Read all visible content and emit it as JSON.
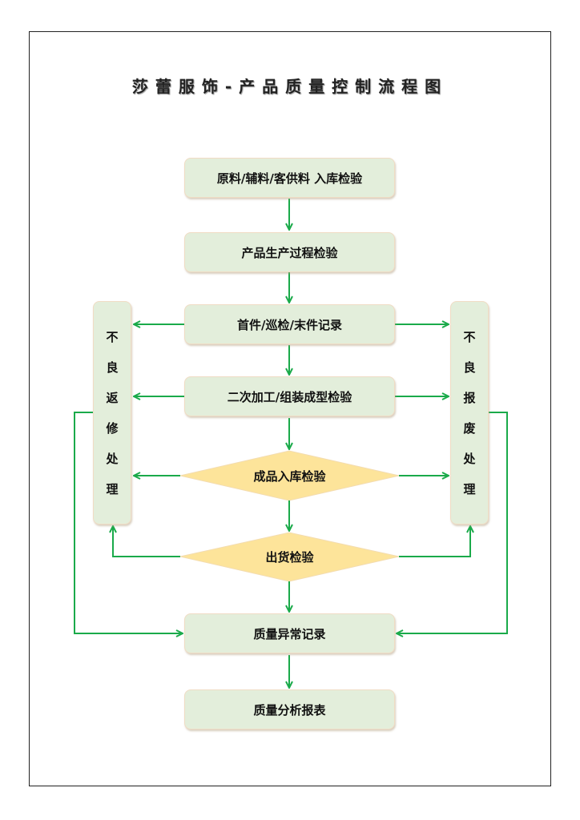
{
  "title": "莎蕾服饰-产品质量控制流程图",
  "nodes": {
    "incoming": "原料/辅料/客供料  入库检验",
    "production": "产品生产过程检验",
    "patrol": "首件/巡检/末件记录",
    "secondary": "二次加工/组装成型检验",
    "finished": "成品入库检验",
    "shipping": "出货检验",
    "abnormal": "质量异常记录",
    "report": "质量分析报表"
  },
  "side_left": [
    "不",
    "良",
    "返",
    "修",
    "处",
    "理"
  ],
  "side_right": [
    "不",
    "良",
    "报",
    "废",
    "处",
    "理"
  ],
  "colors": {
    "arrow": "#1aaa4a",
    "box": "#e3eedb",
    "diamond": "#fde49a"
  }
}
